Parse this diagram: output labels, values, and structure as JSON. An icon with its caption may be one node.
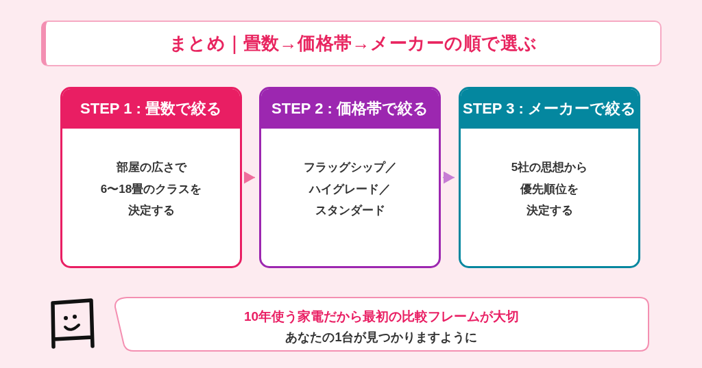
{
  "diagram": {
    "title": "まとめ｜畳数→価格帯→メーカーの順で選ぶ",
    "nodes": [
      {
        "text": [
          "STEP 1 : 畳数で絞る",
          "部屋の広さで6〜18畳のクラスを決定する"
        ]
      },
      {
        "text": [
          "STEP 2 : 価格帯で絞る",
          "フラッグシップ／ハイグレード／スタンダード"
        ]
      },
      {
        "text": [
          "STEP 3 : メーカーで絞る",
          "5社の思想から優先順位を決定する"
        ]
      },
      {
        "text": [
          "10年使う家電だから最初の比較フレームが大切",
          "あなたの1台が見つかりますように"
        ]
      }
    ],
    "edges": [
      {
        "from": 0,
        "to": 1,
        "arrow": "to",
        "color": "#f06c9b"
      },
      {
        "from": 1,
        "to": 2,
        "arrow": "to",
        "color": "#c77dd4"
      }
    ]
  }
}
